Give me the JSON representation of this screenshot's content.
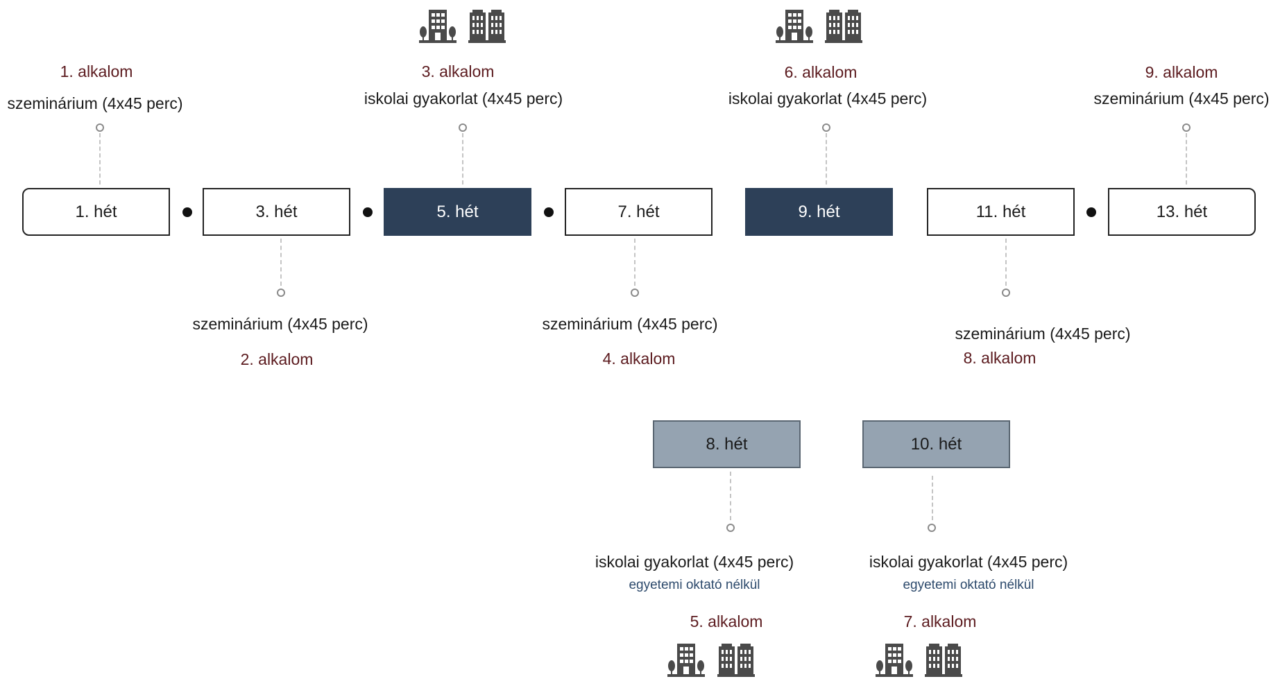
{
  "colors": {
    "week_dark": "#2d4058",
    "week_light": "#95a3b1",
    "occasion_text": "#5b1a1e",
    "note_text": "#2d4a6c"
  },
  "weeks": {
    "w1": "1. hét",
    "w3": "3. hét",
    "w5": "5. hét",
    "w7": "7. hét",
    "w9": "9. hét",
    "w11": "11. hét",
    "w13": "13. hét",
    "w8": "8. hét",
    "w10": "10. hét"
  },
  "sessions": {
    "s1": {
      "occasion": "1. alkalom",
      "type": "szeminárium (4x45 perc)"
    },
    "s2": {
      "occasion": "2. alkalom",
      "type": "szeminárium (4x45 perc)"
    },
    "s3": {
      "occasion": "3. alkalom",
      "type": "iskolai gyakorlat (4x45 perc)"
    },
    "s4": {
      "occasion": "4. alkalom",
      "type": "szeminárium (4x45 perc)"
    },
    "s5": {
      "occasion": "5. alkalom",
      "type": "iskolai gyakorlat (4x45 perc)",
      "note": "egyetemi oktató nélkül"
    },
    "s6": {
      "occasion": "6. alkalom",
      "type": "iskolai gyakorlat (4x45 perc)"
    },
    "s7": {
      "occasion": "7. alkalom",
      "type": "iskolai gyakorlat (4x45 perc)",
      "note": "egyetemi oktató nélkül"
    },
    "s8": {
      "occasion": "8. alkalom",
      "type": "szeminárium (4x45 perc)"
    },
    "s9": {
      "occasion": "9. alkalom",
      "type": "szeminárium (4x45 perc)"
    }
  },
  "icons": [
    "school-building-icon",
    "apartment-building-icon"
  ]
}
